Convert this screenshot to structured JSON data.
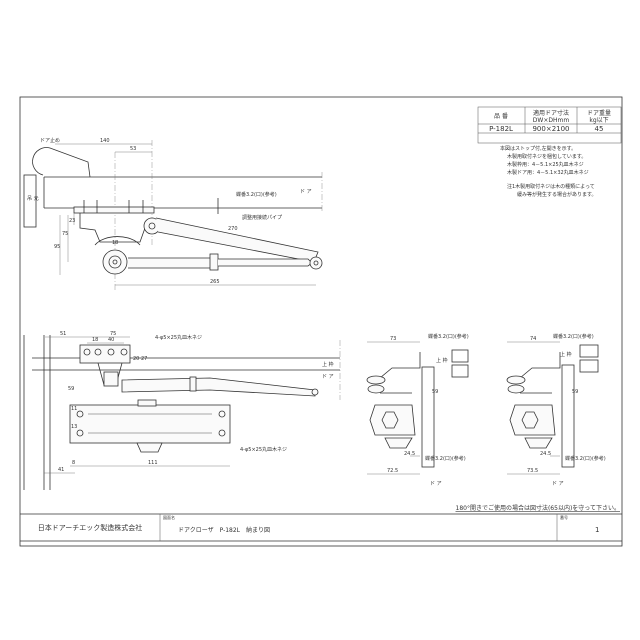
{
  "spec_table": {
    "headers": [
      "品 番",
      "適用ドア寸法 DW×DHmm",
      "ドア重量 kg以下"
    ],
    "header_line1": [
      "品 番",
      "適用ドア寸法",
      "ドア重量"
    ],
    "header_line2": [
      "",
      "DW×DHmm",
      "kg以下"
    ],
    "row": [
      "P-182L",
      "900×2100",
      "45"
    ]
  },
  "notes": [
    "本図はストップ付,左開きを示す。",
    "木製用取付ネジを梱包しています。",
    "木製枠用：4－5.1×25丸皿木ネジ",
    "木製ドア用：4－5.1×32丸皿木ネジ",
    "注1木製用取付ネジは木の種類によって",
    "緩み等が発生する場合があります。"
  ],
  "top_view": {
    "labels": {
      "frame": "吊 元",
      "door": "ド ア",
      "door_stop": "ドア止め",
      "dim_140": "140",
      "dim_53": "53",
      "dim_265": "265",
      "dim_18": "18",
      "dim_95": "95",
      "dim_75": "75",
      "dim_23": "23",
      "dim_270": "270",
      "hinge": "蝶番3.2(口)(参考)",
      "adjust": "調整用接続パイプ"
    }
  },
  "front_view": {
    "labels": {
      "dim_51": "51",
      "dim_75": "75",
      "dim_18": "18",
      "dim_40": "40",
      "dim_20": "20",
      "dim_27": "27",
      "dim_59": "59",
      "dim_41": "41",
      "dim_8": "8",
      "dim_111": "111",
      "screw_top": "4-φ5×25丸皿木ネジ",
      "screw_bottom": "4-φ5×25丸皿木ネジ",
      "frame": "上 枠",
      "door": "ド ア",
      "v11": "11",
      "v13": "13"
    }
  },
  "side_views": [
    {
      "labels": {
        "dim_73": "73",
        "dim_245": "24.5",
        "dim_725": "72.5",
        "dim_59": "59",
        "frame": "上 枠",
        "hinge_top": "蝶番3.2(口)(参考)",
        "hinge_bottom": "蝶番3.2(口)(参考)",
        "door": "ド ア"
      }
    },
    {
      "labels": {
        "dim_73": "74",
        "dim_245": "24.5",
        "dim_725": "73.5",
        "dim_59": "59",
        "frame": "上 枠",
        "hinge_top": "蝶番3.2(口)(参考)",
        "hinge_bottom": "蝶番3.2(口)(参考)",
        "door": "ド ア"
      }
    }
  ],
  "footer_note": "180°開きでご使用の場合は図寸法(65以内)を守って下さい。",
  "title_block": {
    "company": "日本ドアーチエック製造株式会社",
    "drawing_name_label": "図面名",
    "drawing_name": "ドアクローザ　P-182L　納まり図",
    "sheet_label": "番号",
    "sheet_number": "1"
  }
}
